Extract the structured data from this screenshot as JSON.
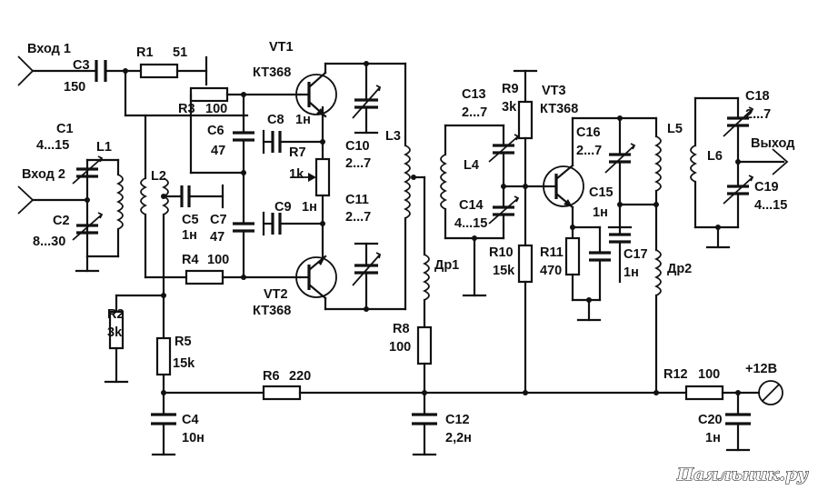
{
  "labels": {
    "in1": "Вход 1",
    "in2": "Вход 2",
    "out": "Выход",
    "supply": "+12В",
    "R1": "R1",
    "R1v": "51",
    "R2": "R2",
    "R2v": "3k",
    "R3": "R3",
    "R3v": "100",
    "R4": "R4",
    "R4v": "100",
    "R5": "R5",
    "R5v": "15k",
    "R6": "R6",
    "R6v": "220",
    "R7": "R7",
    "R7v": "1k",
    "R8": "R8",
    "R8v": "100",
    "R9": "R9",
    "R9v": "3k",
    "R10": "R10",
    "R10v": "15k",
    "R11": "R11",
    "R11v": "470",
    "R12": "R12",
    "R12v": "100",
    "C1": "C1",
    "C1v": "4...15",
    "C2": "C2",
    "C2v": "8...30",
    "C3": "C3",
    "C3v": "150",
    "C4": "C4",
    "C4v": "10н",
    "C5": "C5",
    "C5v": "1н",
    "C6": "C6",
    "C6v": "47",
    "C7": "C7",
    "C7v": "47",
    "C8": "C8",
    "C8v": "1н",
    "C9": "C9",
    "C9v": "1н",
    "C10": "C10",
    "C10v": "2...7",
    "C11": "C11",
    "C11v": "2...7",
    "C12": "C12",
    "C12v": "2,2н",
    "C13": "C13",
    "C13v": "2...7",
    "C14": "C14",
    "C14v": "4...15",
    "C15": "C15",
    "C15v": "1н",
    "C16": "C16",
    "C16v": "2...7",
    "C17": "C17",
    "C17v": "1н",
    "C18": "C18",
    "C18v": "2...7",
    "C19": "C19",
    "C19v": "4...15",
    "C20": "C20",
    "C20v": "1н",
    "L1": "L1",
    "L2": "L2",
    "L3": "L3",
    "L4": "L4",
    "L5": "L5",
    "L6": "L6",
    "Dr1": "Др1",
    "Dr2": "Др2",
    "VT1": "VT1",
    "VT1t": "КТ368",
    "VT2": "VT2",
    "VT2t": "КТ368",
    "VT3": "VT3",
    "VT3t": "КТ368"
  },
  "watermark": "Паяльник.ру"
}
